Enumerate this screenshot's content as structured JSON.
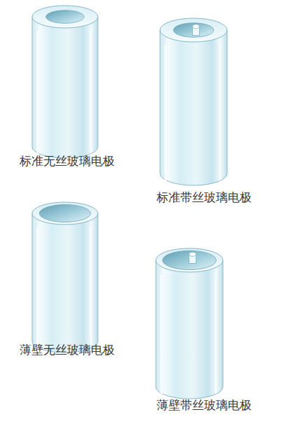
{
  "diagram": {
    "labels": [
      "标准无丝玻璃电极",
      "标准带丝玻璃电极",
      "薄壁无丝玻璃电极",
      "薄壁带丝玻璃电极"
    ]
  }
}
